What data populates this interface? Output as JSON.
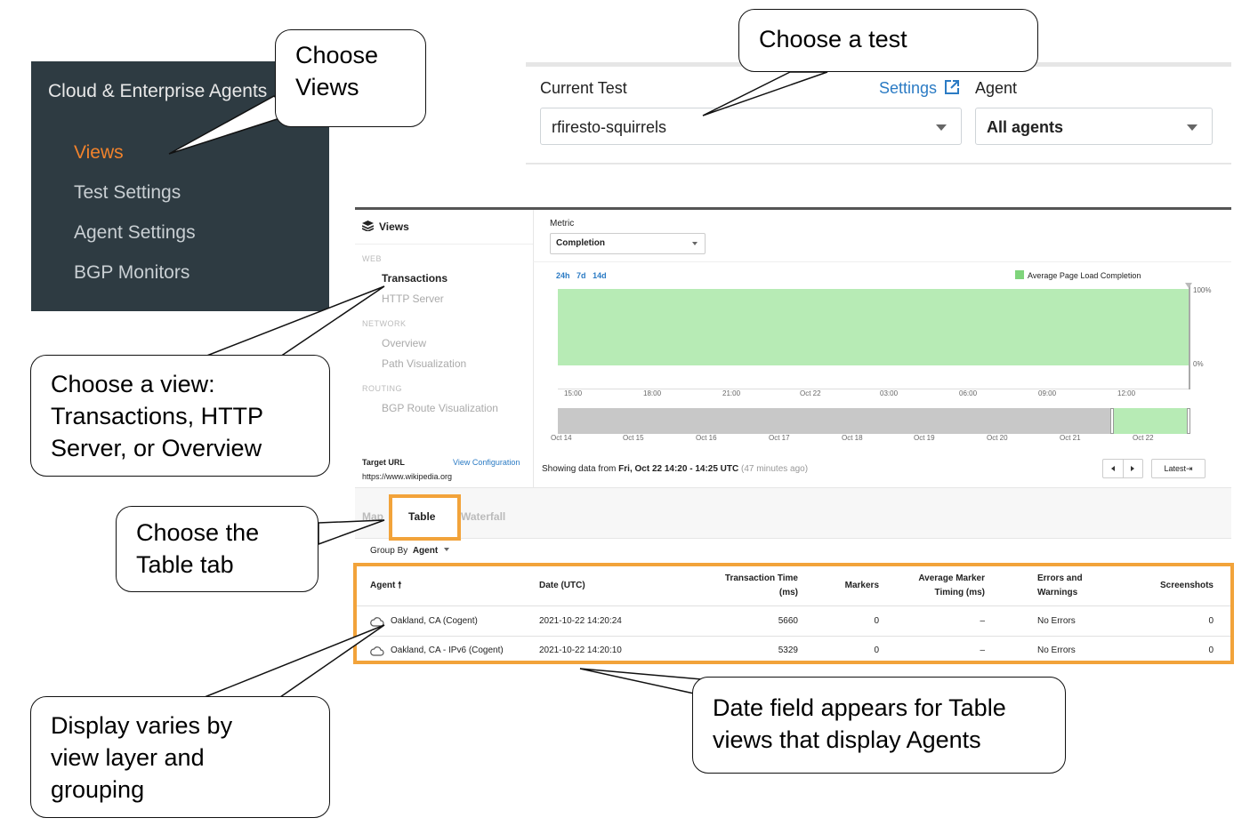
{
  "nav": {
    "title": "Cloud & Enterprise Agents",
    "items": [
      {
        "label": "Views",
        "active": true
      },
      {
        "label": "Test Settings",
        "active": false
      },
      {
        "label": "Agent Settings",
        "active": false
      },
      {
        "label": "BGP Monitors",
        "active": false
      }
    ]
  },
  "picker": {
    "current_test_label": "Current Test",
    "settings_link": "Settings",
    "current_test_value": "rfiresto-squirrels",
    "agent_label": "Agent",
    "agent_value": "All agents"
  },
  "sidebar": {
    "heading": "Views",
    "sections": [
      {
        "name": "WEB",
        "items": [
          "Transactions",
          "HTTP Server"
        ]
      },
      {
        "name": "NETWORK",
        "items": [
          "Overview",
          "Path Visualization"
        ]
      },
      {
        "name": "ROUTING",
        "items": [
          "BGP Route Visualization"
        ]
      }
    ],
    "selected": "Transactions",
    "target_url_label": "Target URL",
    "view_config_link": "View Configuration",
    "target_url": "https://www.wikipedia.org"
  },
  "metric": {
    "label": "Metric",
    "value": "Completion"
  },
  "chart": {
    "ranges": [
      "24h",
      "7d",
      "14d"
    ],
    "legend": "Average Page Load Completion",
    "y_top": "100%",
    "y_bottom": "0%",
    "x_ticks": [
      "15:00",
      "18:00",
      "21:00",
      "Oct 22",
      "03:00",
      "06:00",
      "09:00",
      "12:00"
    ],
    "nav_ticks": [
      "Oct 14",
      "Oct 15",
      "Oct 16",
      "Oct 17",
      "Oct 18",
      "Oct 19",
      "Oct 20",
      "Oct 21",
      "Oct 22"
    ],
    "colors": {
      "fill": "#b7ebb5",
      "nav_gray": "#c8c8c8",
      "legend": "#7fd47b"
    }
  },
  "status": {
    "prefix": "Showing data from ",
    "range": "Fri, Oct 22 14:20 - 14:25 UTC",
    "ago": "(47 minutes ago)",
    "latest_button": "Latest⇥"
  },
  "tabs": [
    "Map",
    "Table",
    "Waterfall"
  ],
  "group_by": {
    "label": "Group By",
    "value": "Agent"
  },
  "table": {
    "headers": {
      "agent": "Agent",
      "date": "Date (UTC)",
      "transaction_time_1": "Transaction Time",
      "transaction_time_2": "(ms)",
      "markers": "Markers",
      "avg_marker_1": "Average Marker",
      "avg_marker_2": "Timing (ms)",
      "errors_1": "Errors and",
      "errors_2": "Warnings",
      "screenshots": "Screenshots"
    },
    "rows": [
      {
        "agent": "Oakland, CA (Cogent)",
        "date": "2021-10-22 14:20:24",
        "time": "5660",
        "markers": "0",
        "avg": "–",
        "errors": "No Errors",
        "screenshots": "0"
      },
      {
        "agent": "Oakland, CA - IPv6 (Cogent)",
        "date": "2021-10-22 14:20:10",
        "time": "5329",
        "markers": "0",
        "avg": "–",
        "errors": "No Errors",
        "screenshots": "0"
      }
    ]
  },
  "callouts": {
    "views_1": "Choose",
    "views_2": "Views",
    "test": "Choose a test",
    "view_1": "Choose a view:",
    "view_2": "Transactions, HTTP",
    "view_3": "Server, or Overview",
    "table_1": "Choose the",
    "table_2": "Table tab",
    "display_1": "Display varies by",
    "display_2": "view layer and",
    "display_3": "grouping",
    "date_1": "Date field appears for Table",
    "date_2": "views that display Agents"
  },
  "accent": "#f2a33a",
  "nav_active_color": "#f2832c"
}
